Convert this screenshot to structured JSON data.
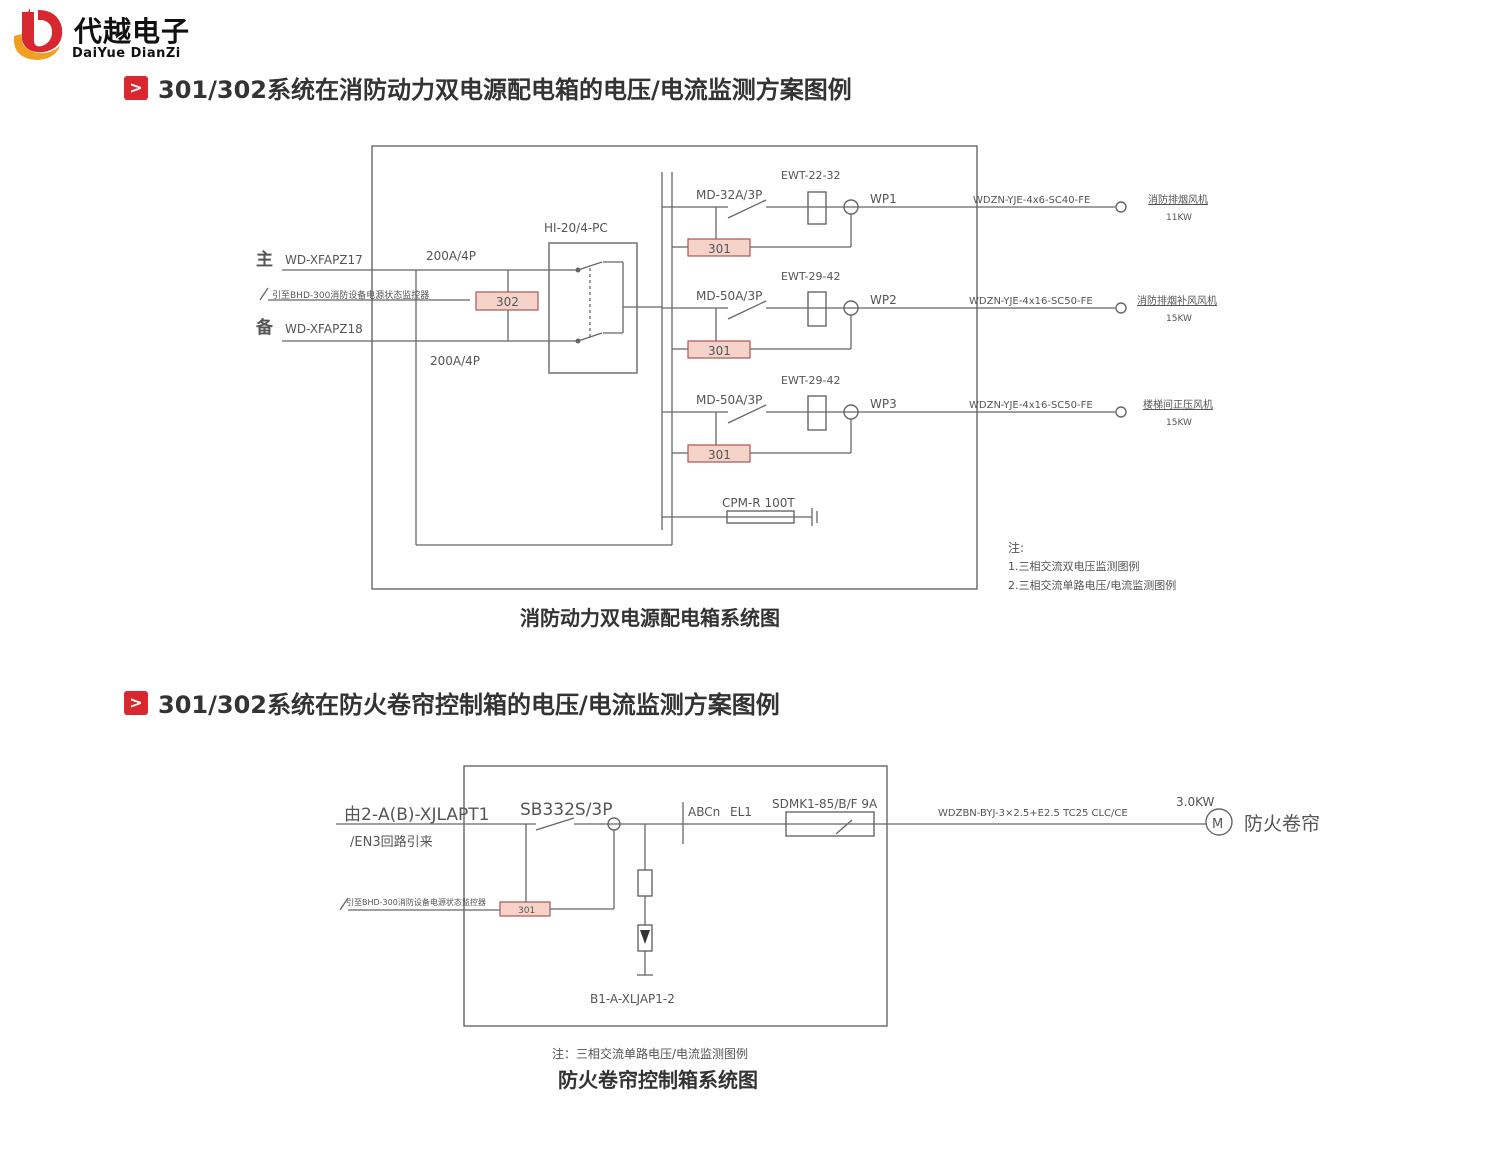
{
  "brand": {
    "name_cn": "代越电子",
    "name_en": "DaiYue DianZi",
    "colors": {
      "red": "#d7282f",
      "gold": "#f0a020"
    }
  },
  "sections": [
    {
      "bullet": ">",
      "title": "301/302系统在消防动力双电源配电箱的电压/电流监测方案图例"
    },
    {
      "bullet": ">",
      "title": "301/302系统在防火卷帘控制箱的电压/电流监测方案图例"
    }
  ],
  "diagram1": {
    "main_label": "主",
    "backup_label": "备",
    "main_feed": "WD-XFAPZ17",
    "backup_feed": "WD-XFAPZ18",
    "main_breaker": "200A/4P",
    "backup_breaker": "200A/4P",
    "lead_note": "引至BHD-300消防设备电源状态监控器",
    "ats": "HI-20/4-PC",
    "module_302": "302",
    "circuits": [
      {
        "breaker": "MD-32A/3P",
        "ct_type": "EWT-22-32",
        "module": "301",
        "circuit": "WP1",
        "cable": "WDZN-YJE-4x6-SC40-FE",
        "load": "消防排烟风机",
        "power": "11KW"
      },
      {
        "breaker": "MD-50A/3P",
        "ct_type": "EWT-29-42",
        "module": "301",
        "circuit": "WP2",
        "cable": "WDZN-YJE-4x16-SC50-FE",
        "load": "消防排烟补风风机",
        "power": "15KW"
      },
      {
        "breaker": "MD-50A/3P",
        "ct_type": "EWT-29-42",
        "module": "301",
        "circuit": "WP3",
        "cable": "WDZN-YJE-4x16-SC50-FE",
        "load": "楼梯间正压风机",
        "power": "15KW"
      }
    ],
    "spd": "CPM-R 100T",
    "notes": [
      "注:",
      "1.三相交流双电压监测图例",
      "2.三相交流单路电压/电流监测图例"
    ],
    "caption": "消防动力双电源配电箱系统图"
  },
  "diagram2": {
    "source_line1": "由2-A(B)-XJLAPT1",
    "source_line2": "/EN3回路引来",
    "breaker": "SB332S/3P",
    "phase": "ABCn",
    "circuit": "EL1",
    "contactor": "SDMK1-85/B/F 9A",
    "cable": "WDZBN-BYJ-3×2.5+E2.5 TC25 CLC/CE",
    "power": "3.0KW",
    "motor_symbol": "M",
    "load": "防火卷帘",
    "lead_note": "引至BHD-300消防设备电源状态监控器",
    "module": "301",
    "branch": "B1-A-XLJAP1-2",
    "note": "注：三相交流单路电压/电流监测图例",
    "caption": "防火卷帘控制箱系统图"
  }
}
